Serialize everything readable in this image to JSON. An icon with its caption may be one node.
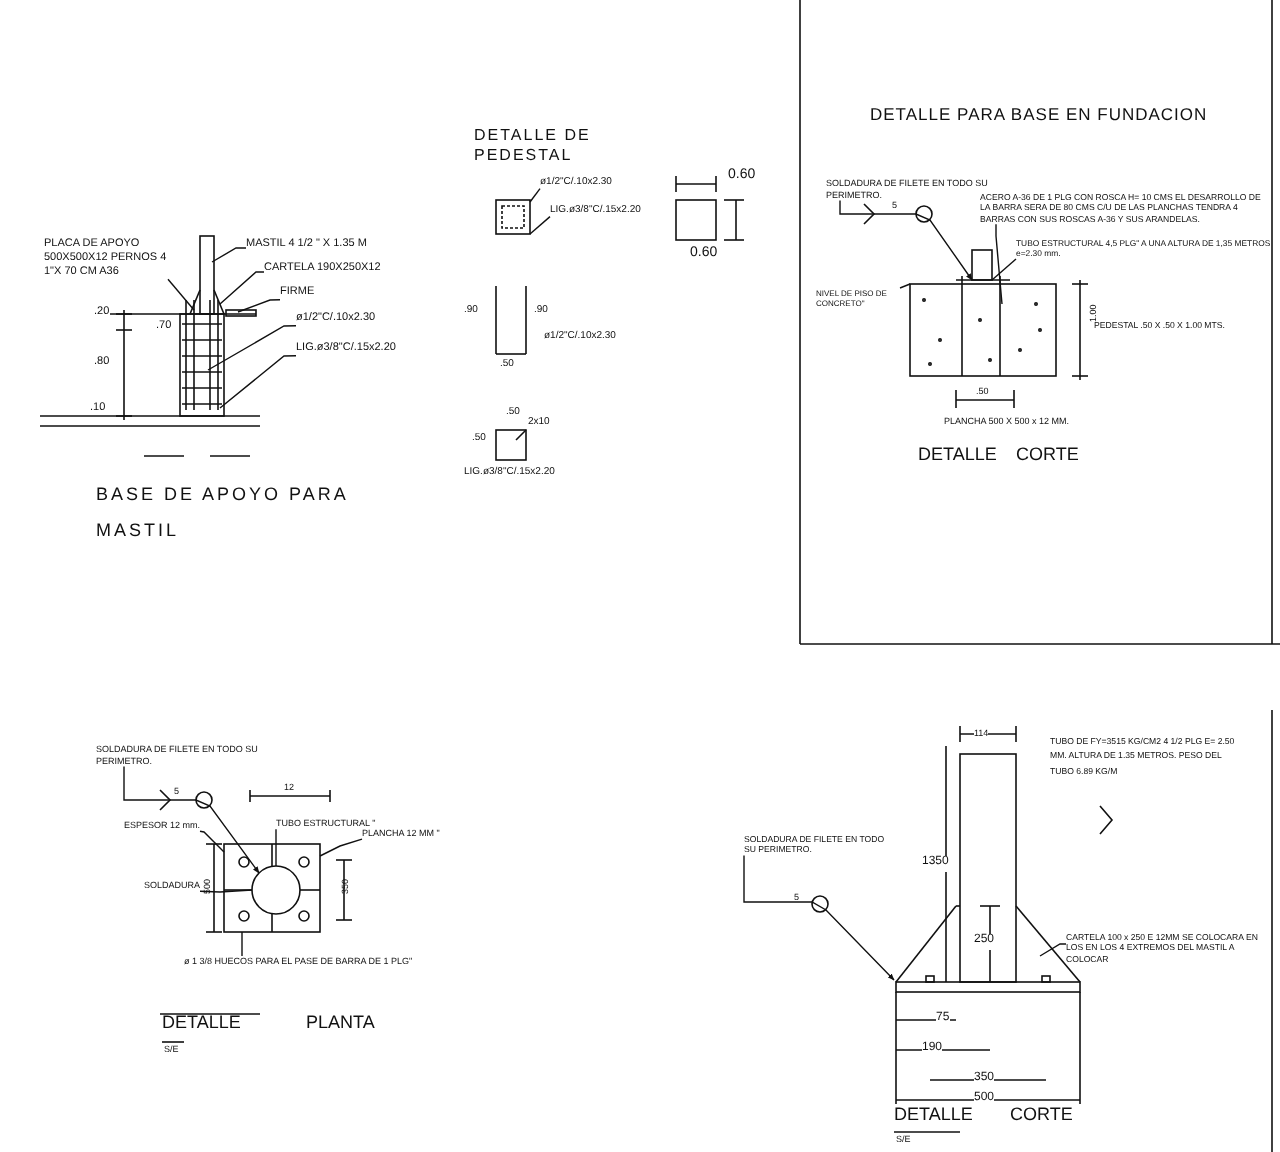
{
  "diagram": {
    "nodes": [
      {
        "text": [
          "PLACA DE APOYO 500X500X12 PERNOS 4 1\"X 70 CM A36"
        ]
      },
      {
        "text": [
          "MASTIL 4 1/2 \" X 1.35 M"
        ]
      },
      {
        "text": [
          "CARTELA 190X250X12"
        ]
      },
      {
        "text": [
          "FIRME"
        ]
      },
      {
        "text": [
          "ø1/2\"C/.10x2.30"
        ]
      },
      {
        "text": [
          "LIG.ø3/8\"C/.15x2.20"
        ]
      },
      {
        "text": [
          "ø1/2\"C/.10x2.30"
        ]
      },
      {
        "text": [
          "LIG.ø3/8\"C/.15x2.20"
        ]
      },
      {
        "text": [
          "SOLDADURA DE FILETE EN TODO SU PERIMETRO."
        ]
      },
      {
        "text": [
          "ACERO A-36 DE 1 PLG CON ROSCA H= 10 CMS EL DESARROLLO DE LA BARRA SERA DE 80 CMS C/U DE LAS PLANCHAS TENDRA 4 BARRAS CON SUS ROSCAS A-36 Y SUS ARANDELAS."
        ]
      },
      {
        "text": [
          "TUBO ESTRUCTURAL 4,5 PLG\" A UNA ALTURA DE 1,35 METROS e=2.30 mm."
        ]
      },
      {
        "text": [
          "NIVEL DE PISO DE CONCRETO\""
        ]
      },
      {
        "text": [
          "SOLDADURA DE FILETE EN TODO SU PERIMETRO."
        ]
      },
      {
        "text": [
          "ESPESOR 12 mm."
        ]
      },
      {
        "text": [
          "TUBO ESTRUCTURAL \""
        ]
      },
      {
        "text": [
          "PLANCHA 12 MM \""
        ]
      },
      {
        "text": [
          "SOLDADURA"
        ]
      },
      {
        "text": [
          "ø 1 3/8 HUECOS PARA EL PASE DE BARRA DE 1 PLG\""
        ]
      },
      {
        "text": [
          "SOLDADURA DE FILETE EN TODO SU PERIMETRO."
        ]
      },
      {
        "text": [
          "CARTELA 100 x 250 E 12MM SE COLOCARA EN LOS EN LOS 4 EXTREMOS DEL MASTIL A COLOCAR"
        ]
      },
      {
        "text": [],
        "shape": "box"
      },
      {
        "text": [],
        "shape": "box"
      },
      {
        "text": [],
        "shape": "circle",
        "in": 21
      },
      {
        "text": [],
        "shape": "box"
      }
    ],
    "edges": [
      {
        "from": 0,
        "to": null,
        "arrow": "none"
      },
      {
        "from": 1,
        "to": null,
        "arrow": "none"
      },
      {
        "from": 2,
        "to": null,
        "arrow": "none"
      },
      {
        "from": 3,
        "to": null,
        "arrow": "none"
      },
      {
        "from": 4,
        "to": null,
        "arrow": "none"
      },
      {
        "from": 5,
        "to": null,
        "arrow": "none"
      },
      {
        "from": 6,
        "to": 20,
        "arrow": "none"
      },
      {
        "from": 7,
        "to": 20,
        "arrow": "none"
      },
      {
        "from": 8,
        "to": 23,
        "arrow": "to"
      },
      {
        "from": 9,
        "to": null,
        "arrow": "none"
      },
      {
        "from": 10,
        "to": 23,
        "arrow": "none"
      },
      {
        "from": 11,
        "to": null,
        "arrow": "none"
      },
      {
        "from": 12,
        "to": 22,
        "arrow": "to"
      },
      {
        "from": 13,
        "to": 21,
        "arrow": "none"
      },
      {
        "from": 14,
        "to": 22,
        "arrow": "none"
      },
      {
        "from": 15,
        "to": 21,
        "arrow": "none"
      },
      {
        "from": 16,
        "to": 22,
        "arrow": "none"
      },
      {
        "from": 17,
        "to": 21,
        "arrow": "none"
      },
      {
        "from": 18,
        "to": null,
        "arrow": "to"
      },
      {
        "from": 19,
        "to": null,
        "arrow": "none"
      }
    ],
    "labels": [
      ".20",
      ".70",
      ".80",
      ".10",
      "BASE DE APOYO PARA MASTIL",
      "DETALLE DE PEDESTAL",
      "0.60",
      "0.60",
      ".90",
      ".90",
      ".50",
      "ø1/2\"C/.10x2.30",
      ".50",
      ".50",
      "2x10",
      "LIG.ø3/8\"C/.15x2.20",
      "DETALLE PARA BASE EN FUNDACION",
      "5",
      "1.00",
      "PEDESTAL .50 X .50 X 1.00 MTS.",
      ".50",
      "PLANCHA 500 X 500 x 12 MM.",
      "DETALLE",
      "CORTE",
      "5",
      "12",
      "500",
      "350",
      "DETALLE",
      "PLANTA",
      "S/E",
      "114",
      "TUBO DE FY=3515 KG/CM2 4 1/2 PLG E= 2.50 MM. ALTURA DE 1.35 METROS. PESO DEL TUBO 6.89 KG/M",
      "1350",
      "5",
      "250",
      "75",
      "190",
      "350",
      "500",
      "DETALLE",
      "CORTE",
      "S/E"
    ]
  }
}
